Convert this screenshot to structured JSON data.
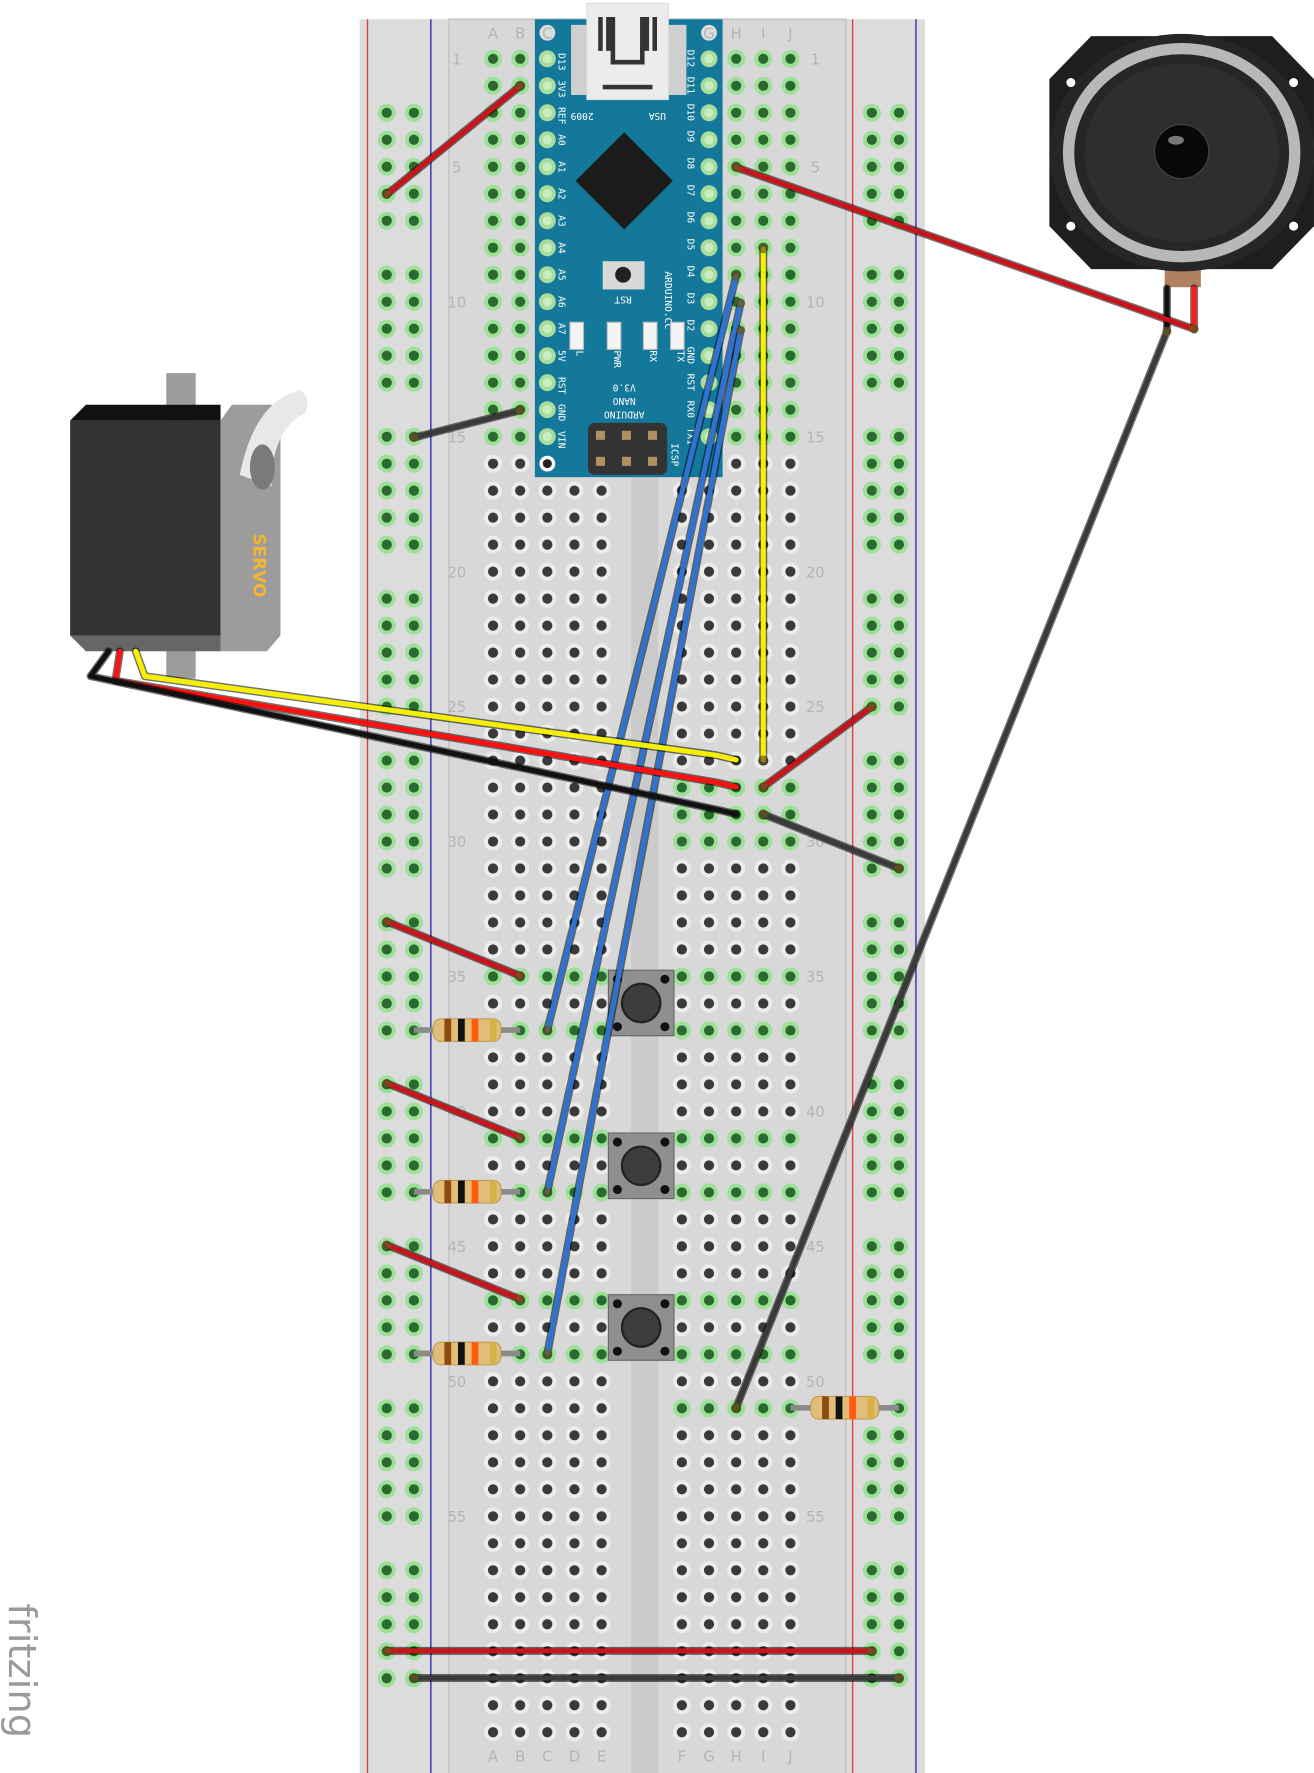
{
  "breadboard": {
    "columns_left": [
      "A",
      "B",
      "C",
      "D",
      "E"
    ],
    "columns_right": [
      "F",
      "G",
      "H",
      "I",
      "J"
    ],
    "row_labels": [
      "1",
      "5",
      "10",
      "15",
      "20",
      "25",
      "30",
      "35",
      "40",
      "45",
      "50",
      "55"
    ]
  },
  "arduino": {
    "name_line1": "ARDUINO",
    "name_line2": "NANO",
    "version": "V3.0",
    "site": "ARDUINO.CC",
    "year": "2009",
    "country": "USA",
    "reset_label": "RST",
    "icsp_label": "ICSP",
    "led_labels": [
      "L",
      "PWR",
      "RX",
      "TX"
    ],
    "pins_left": [
      "D13",
      "3V3",
      "REF",
      "A0",
      "A1",
      "A2",
      "A3",
      "A4",
      "A5",
      "A6",
      "A7",
      "5V",
      "RST",
      "GND",
      "VIN"
    ],
    "pins_right": [
      "D12",
      "D11",
      "D10",
      "D9",
      "D8",
      "D7",
      "D6",
      "D5",
      "D4",
      "D3",
      "D2",
      "GND",
      "RST",
      "RX0",
      "TX1"
    ],
    "corner_left": "C",
    "corner_right": "G",
    "color": "#14789a"
  },
  "servo": {
    "label": "SERVO",
    "label_color": "#f2b632"
  },
  "wire_colors": {
    "red": "#c8141b",
    "black": "#3a3a3a",
    "blue": "#2f72d0",
    "yellow": "#f5f000"
  },
  "resistor_bands": [
    "#8a4b10",
    "#111111",
    "#ff5a10",
    "#d4b24a"
  ],
  "logo": "fritzing"
}
